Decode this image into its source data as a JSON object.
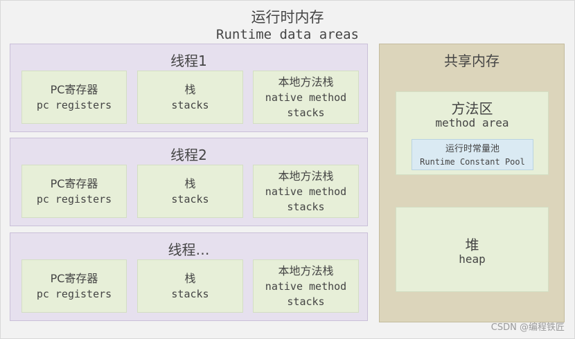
{
  "title": {
    "zh": "运行时内存",
    "en": "Runtime data areas"
  },
  "threads": [
    {
      "title": "线程1",
      "cells": [
        {
          "zh": "PC寄存器",
          "en": "pc registers"
        },
        {
          "zh": "栈",
          "en": "stacks"
        },
        {
          "zh": "本地方法栈",
          "en": "native method",
          "en2": "stacks"
        }
      ]
    },
    {
      "title": "线程2",
      "cells": [
        {
          "zh": "PC寄存器",
          "en": "pc registers"
        },
        {
          "zh": "栈",
          "en": "stacks"
        },
        {
          "zh": "本地方法栈",
          "en": "native method",
          "en2": "stacks"
        }
      ]
    },
    {
      "title": "线程…",
      "cells": [
        {
          "zh": "PC寄存器",
          "en": "pc registers"
        },
        {
          "zh": "栈",
          "en": "stacks"
        },
        {
          "zh": "本地方法栈",
          "en": "native method",
          "en2": "stacks"
        }
      ]
    }
  ],
  "shared": {
    "title": "共享内存",
    "method_area": {
      "zh": "方法区",
      "en": "method area"
    },
    "constant_pool": {
      "zh": "运行时常量池",
      "en": "Runtime Constant Pool"
    },
    "heap": {
      "zh": "堆",
      "en": "heap"
    }
  },
  "watermark": "CSDN @编程铁匠",
  "colors": {
    "thread_bg": "#e6e0ee",
    "cell_bg": "#e7efd8",
    "shared_bg": "#dcd5bb",
    "pool_bg": "#daeaf3"
  }
}
